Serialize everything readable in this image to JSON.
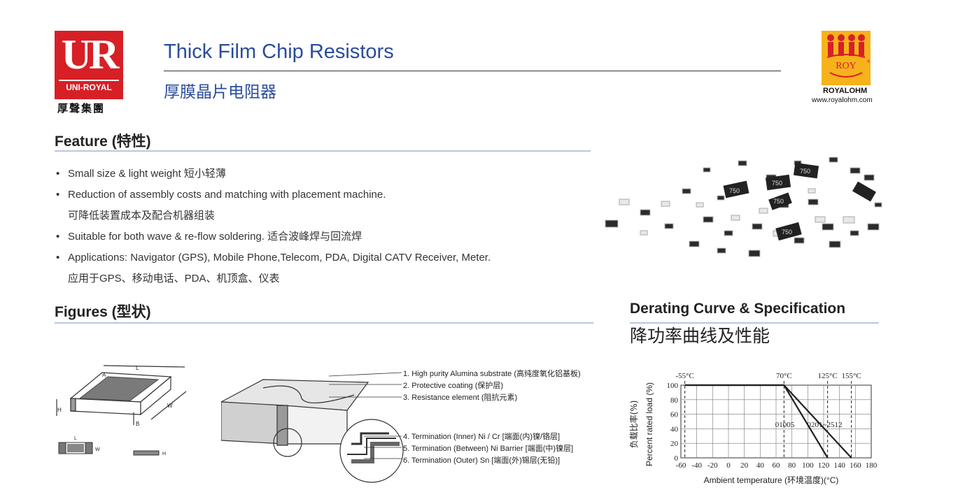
{
  "header": {
    "brand_logo_text": "UR",
    "brand_logo_subtext": "UNI-ROYAL",
    "brand_cn": "厚聲集團",
    "title_en": "Thick Film Chip Resistors",
    "title_cn": "厚膜晶片电阻器",
    "partner_logo_text": "ROY",
    "partner_label": "ROYALOHM",
    "partner_url": "www.royalohm.com"
  },
  "feature": {
    "heading": "Feature (特性)",
    "items": [
      {
        "lines": [
          "Small size & light weight 短小轻薄"
        ]
      },
      {
        "lines": [
          "Reduction of assembly costs and matching with placement machine.",
          "可降低装置成本及配合机器组装"
        ]
      },
      {
        "lines": [
          "Suitable for both wave & re-flow soldering. 适合波峰焊与回流焊"
        ]
      },
      {
        "lines": [
          "Applications: Navigator (GPS), Mobile Phone,Telecom, PDA, Digital CATV Receiver, Meter.",
          "应用于GPS、移动电话、PDA、机顶盒、仪表"
        ]
      }
    ]
  },
  "figures": {
    "heading": "Figures (型状)",
    "dim_labels": [
      "L",
      "A",
      "H",
      "W",
      "B",
      "L",
      "W",
      "H"
    ],
    "layers": [
      "1. High purity Alumina substrate (高纯度氧化铝基板)",
      "2. Protective coating (保护层)",
      "3. Resistance element (阻抗元素)",
      "4. Termination (Inner) Ni / Cr [端面(内)镍/铬层]",
      "5. Termination (Between) Ni Barrier [端面(中)镍层]",
      "6. Termination (Outer) Sn [端面(外)锡层(无铅)]"
    ]
  },
  "photo_chip_labels": [
    "750",
    "750",
    "750",
    "750",
    "750"
  ],
  "derating": {
    "heading_en": "Derating Curve & Specification",
    "heading_cn": "降功率曲线及性能"
  },
  "chart_data": {
    "type": "line",
    "xlabel": "Ambient temperature (环境温度)(°C)",
    "ylabel_cn": "负载比率(%)",
    "ylabel_en": "Percent rated load (%)",
    "xlim": [
      -60,
      180
    ],
    "ylim": [
      0,
      100
    ],
    "x_ticks": [
      "-60",
      "-40",
      "-20",
      "0",
      "20",
      "40",
      "60",
      "80",
      "100",
      "120",
      "140",
      "160",
      "180"
    ],
    "y_ticks": [
      "0",
      "20",
      "40",
      "60",
      "80",
      "100"
    ],
    "temp_markers": [
      {
        "x": -55,
        "label": "-55°C"
      },
      {
        "x": 70,
        "label": "70°C"
      },
      {
        "x": 125,
        "label": "125°C"
      },
      {
        "x": 155,
        "label": "155°C"
      }
    ],
    "series": [
      {
        "name": "01005",
        "x": [
          -55,
          70,
          125
        ],
        "y": [
          100,
          100,
          0
        ]
      },
      {
        "name": "0201~2512",
        "x": [
          -55,
          70,
          155
        ],
        "y": [
          100,
          100,
          0
        ]
      }
    ]
  },
  "colors": {
    "brand_red": "#d71f26",
    "title_blue": "#2a4c9b",
    "rule_blue": "#b7c7e2",
    "royal_yellow": "#f6b21b"
  }
}
